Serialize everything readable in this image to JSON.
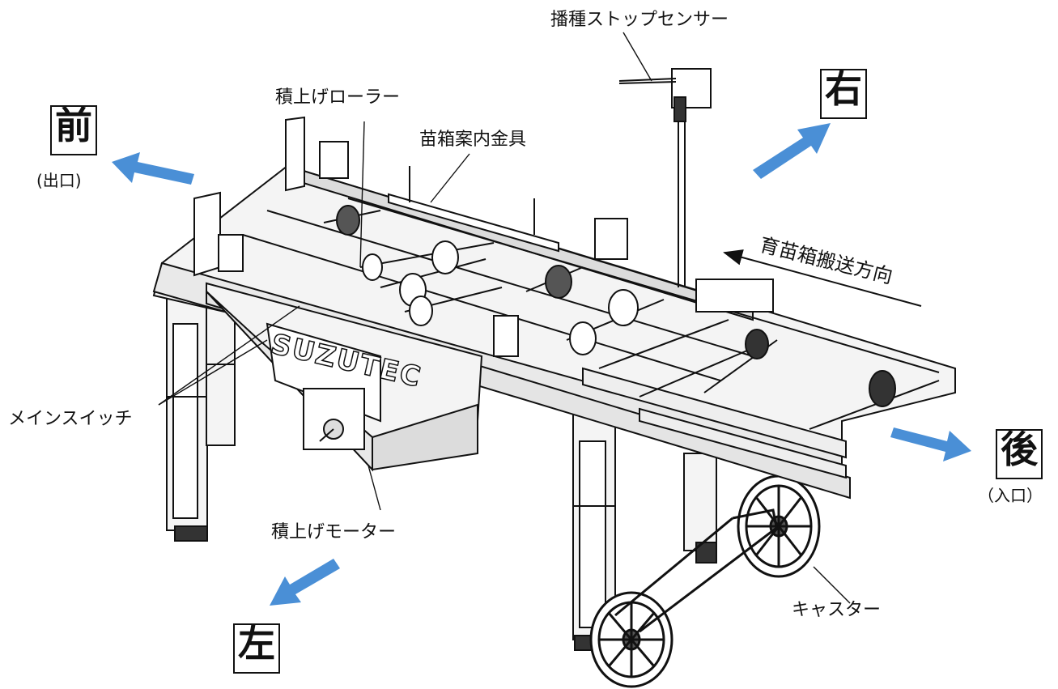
{
  "labels": {
    "seeding_stop_sensor": "播種ストップセンサー",
    "stacking_roller": "積上げローラー",
    "seedling_box_guide": "苗箱案内金具",
    "conveying_direction": "育苗箱搬送方向",
    "main_switch": "メインスイッチ",
    "stacking_motor": "積上げモーター",
    "caster": "キャスター"
  },
  "directions": {
    "front": "前",
    "front_note": "(出口)",
    "right": "右",
    "rear": "後",
    "rear_note": "（入口）",
    "left": "左"
  },
  "logo_text": "SUZUTEC",
  "colors": {
    "arrow": "#4a8fd6",
    "line": "#111111",
    "metal_face": "#f4f4f4",
    "metal_shade": "#d8d8d8"
  }
}
